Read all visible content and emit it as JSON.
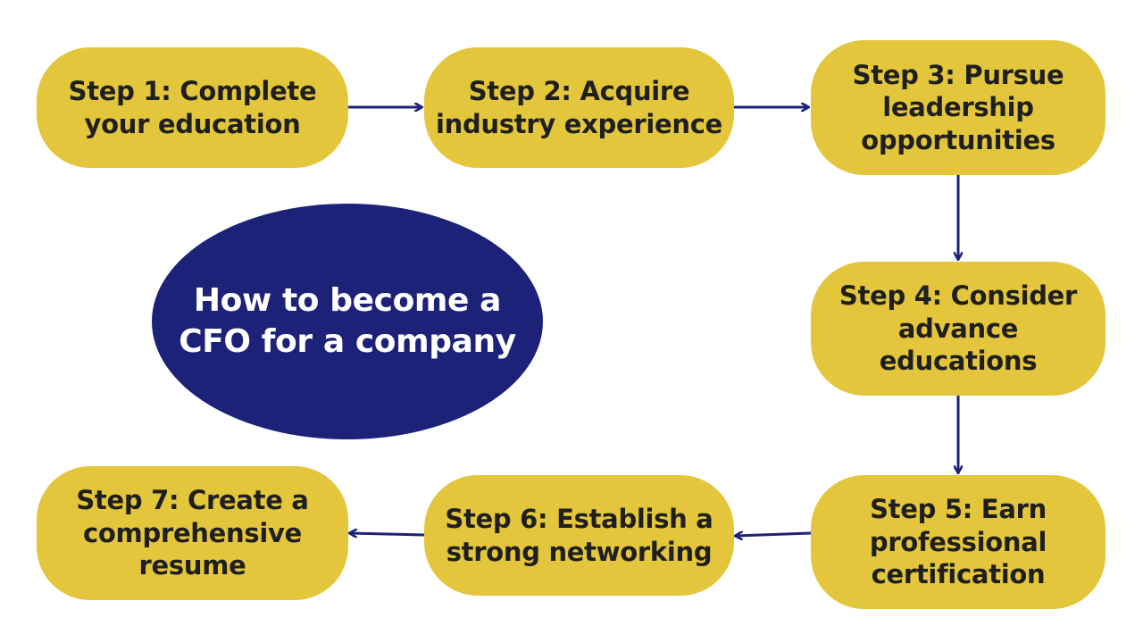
{
  "colors": {
    "step_fill": "#e3c63c",
    "center_fill": "#1c2277",
    "arrow": "#1c2277"
  },
  "center": {
    "title": "How to become a CFO for a company"
  },
  "steps": [
    {
      "label": "Step 1: Complete your education"
    },
    {
      "label": "Step 2: Acquire industry experience"
    },
    {
      "label": "Step 3: Pursue leadership opportunities"
    },
    {
      "label": "Step 4: Consider advance educations"
    },
    {
      "label": "Step 5: Earn professional certification"
    },
    {
      "label": "Step 6: Establish a strong networking"
    },
    {
      "label": "Step 7: Create a comprehensive resume"
    }
  ]
}
